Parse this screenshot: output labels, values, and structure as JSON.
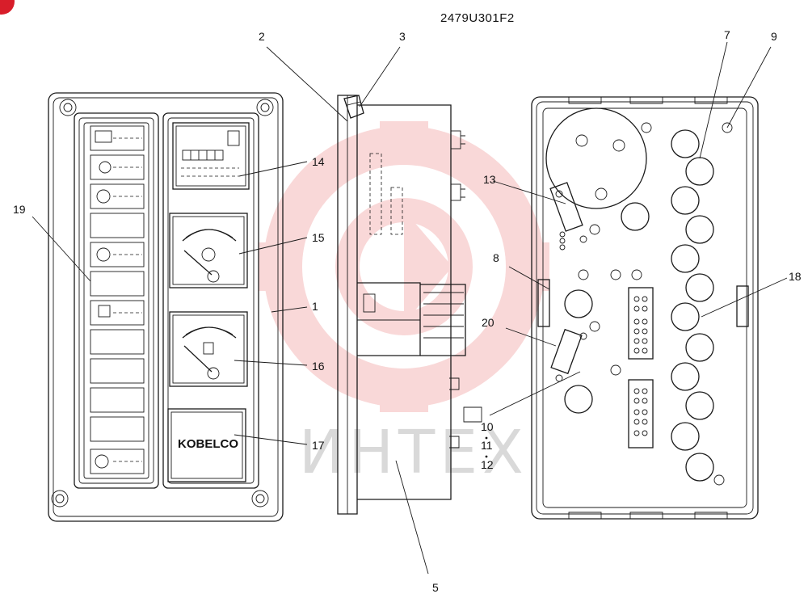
{
  "drawing_number": "2479U301F2",
  "watermark": {
    "text": "ИНТЕХ",
    "color": "#f2b8b8"
  },
  "panel_logo": "KOBELCO",
  "callouts": [
    {
      "id": "c1",
      "label": "1"
    },
    {
      "id": "c2",
      "label": "2"
    },
    {
      "id": "c3",
      "label": "3"
    },
    {
      "id": "c5",
      "label": "5"
    },
    {
      "id": "c7",
      "label": "7"
    },
    {
      "id": "c8",
      "label": "8"
    },
    {
      "id": "c9",
      "label": "9"
    },
    {
      "id": "c10",
      "label": "10"
    },
    {
      "id": "c11",
      "label": "11"
    },
    {
      "id": "c12",
      "label": "12"
    },
    {
      "id": "c13",
      "label": "13"
    },
    {
      "id": "c14",
      "label": "14"
    },
    {
      "id": "c15",
      "label": "15"
    },
    {
      "id": "c16",
      "label": "16"
    },
    {
      "id": "c17",
      "label": "17"
    },
    {
      "id": "c18",
      "label": "18"
    },
    {
      "id": "c19",
      "label": "19"
    },
    {
      "id": "c20",
      "label": "20"
    }
  ]
}
